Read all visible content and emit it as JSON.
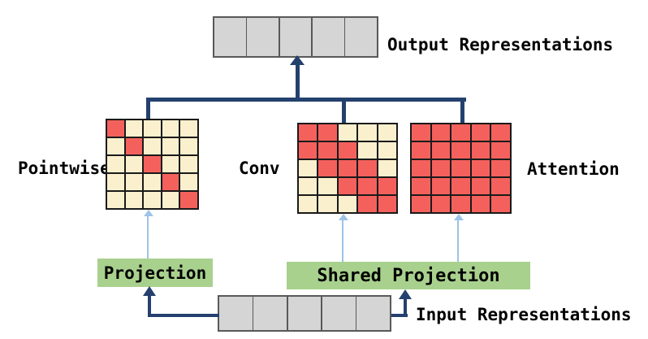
{
  "colors": {
    "navy": "#24406E",
    "light_blue": "#9DC3E6",
    "red": "#F4615D",
    "cream": "#FBF0CE",
    "green": "#A9D18E",
    "cell_gray": "#D5D5D5",
    "row_border": "#595959",
    "grid_border": "#1A1A1A"
  },
  "output_row": {
    "label": "Output Representations",
    "cell_count": 5
  },
  "input_row": {
    "label": "Input Representations",
    "cell_count": 5
  },
  "projection_boxes": {
    "left": {
      "label": "Projection"
    },
    "shared": {
      "label": "Shared Projection"
    }
  },
  "matrices": {
    "pointwise": {
      "label": "Pointwise",
      "grid": [
        [
          1,
          0,
          0,
          0,
          0
        ],
        [
          0,
          1,
          0,
          0,
          0
        ],
        [
          0,
          0,
          1,
          0,
          0
        ],
        [
          0,
          0,
          0,
          1,
          0
        ],
        [
          0,
          0,
          0,
          0,
          1
        ]
      ]
    },
    "conv": {
      "label": "Conv",
      "grid": [
        [
          1,
          1,
          0,
          0,
          0
        ],
        [
          1,
          1,
          1,
          0,
          0
        ],
        [
          0,
          1,
          1,
          1,
          0
        ],
        [
          0,
          0,
          1,
          1,
          1
        ],
        [
          0,
          0,
          0,
          1,
          1
        ]
      ]
    },
    "attention": {
      "label": "Attention",
      "grid": [
        [
          1,
          1,
          1,
          1,
          1
        ],
        [
          1,
          1,
          1,
          1,
          1
        ],
        [
          1,
          1,
          1,
          1,
          1
        ],
        [
          1,
          1,
          1,
          1,
          1
        ],
        [
          1,
          1,
          1,
          1,
          1
        ]
      ]
    }
  }
}
